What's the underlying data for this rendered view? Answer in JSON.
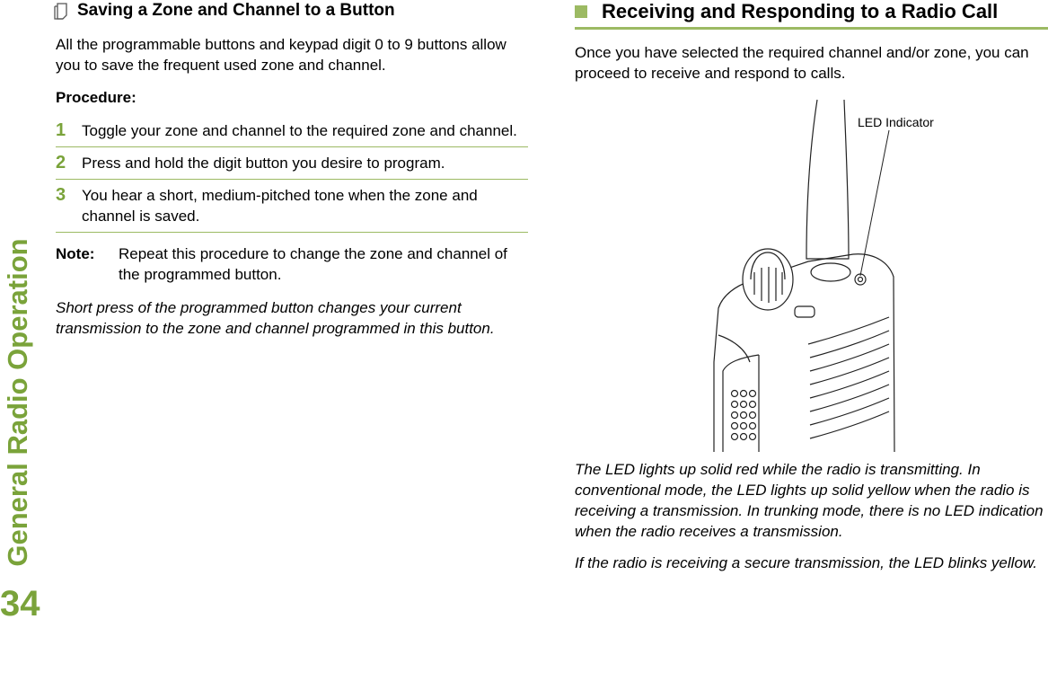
{
  "chapter": "General Radio Operation",
  "page_number": "34",
  "left": {
    "title": "Saving a Zone and Channel to a Button",
    "intro": "All the programmable buttons and keypad digit 0 to 9 buttons allow you to save the frequent used zone and channel.",
    "procedure_label": "Procedure:",
    "steps": [
      {
        "num": "1",
        "text": "Toggle your zone and channel to the required zone and channel."
      },
      {
        "num": "2",
        "text": "Press and hold the digit button you desire to program."
      },
      {
        "num": "3",
        "text": "You hear a short, medium-pitched tone when the zone and channel is saved."
      }
    ],
    "note_label": "Note:",
    "note_text": "Repeat this procedure to change the zone and channel of the programmed button.",
    "italic_text": "Short press of the programmed button changes your current transmission to the zone and channel programmed in this button."
  },
  "right": {
    "title": "Receiving and Responding to a Radio Call",
    "intro": "Once you have selected the required channel and/or zone, you can proceed to receive and respond to calls.",
    "figure_label": "LED Indicator",
    "para1": "The LED lights up solid red while the radio is transmitting. In conventional mode, the LED lights up solid yellow when the radio is receiving a transmission. In trunking mode, there is no LED indication when the radio receives a transmission.",
    "para2": "If the radio is receiving a secure transmission, the LED blinks yellow."
  },
  "colors": {
    "accent": "#7aa33a",
    "rule": "#9cba63"
  }
}
